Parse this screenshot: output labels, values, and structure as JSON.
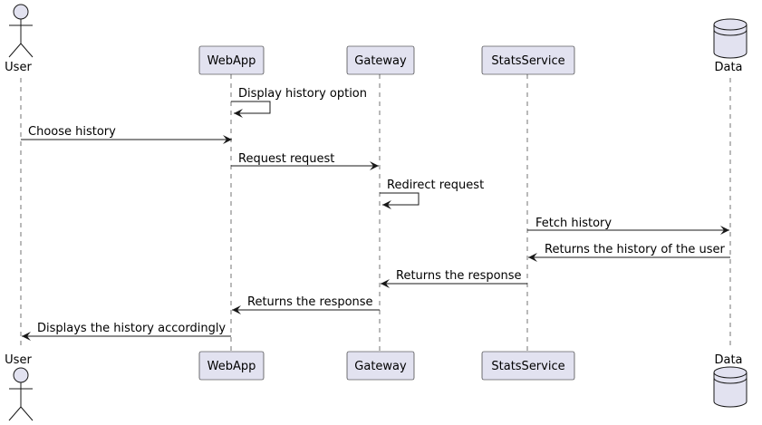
{
  "participants": [
    {
      "id": "user",
      "label": "User",
      "kind": "actor"
    },
    {
      "id": "webapp",
      "label": "WebApp",
      "kind": "box"
    },
    {
      "id": "gateway",
      "label": "Gateway",
      "kind": "box"
    },
    {
      "id": "stats",
      "label": "StatsService",
      "kind": "box"
    },
    {
      "id": "data",
      "label": "Data",
      "kind": "database"
    }
  ],
  "messages": [
    {
      "from": "webapp",
      "to": "webapp",
      "label": "Display history option"
    },
    {
      "from": "user",
      "to": "webapp",
      "label": "Choose history"
    },
    {
      "from": "webapp",
      "to": "gateway",
      "label": "Request request"
    },
    {
      "from": "gateway",
      "to": "gateway",
      "label": "Redirect request"
    },
    {
      "from": "stats",
      "to": "data",
      "label": "Fetch history"
    },
    {
      "from": "data",
      "to": "stats",
      "label": "Returns the history of the user"
    },
    {
      "from": "stats",
      "to": "gateway",
      "label": "Returns the response"
    },
    {
      "from": "gateway",
      "to": "webapp",
      "label": "Returns the response"
    },
    {
      "from": "webapp",
      "to": "user",
      "label": "Displays the history accordingly"
    }
  ],
  "colors": {
    "box_fill": "#E2E2F0",
    "box_stroke": "#181818",
    "line": "#181818",
    "lifeline": "#181818"
  }
}
